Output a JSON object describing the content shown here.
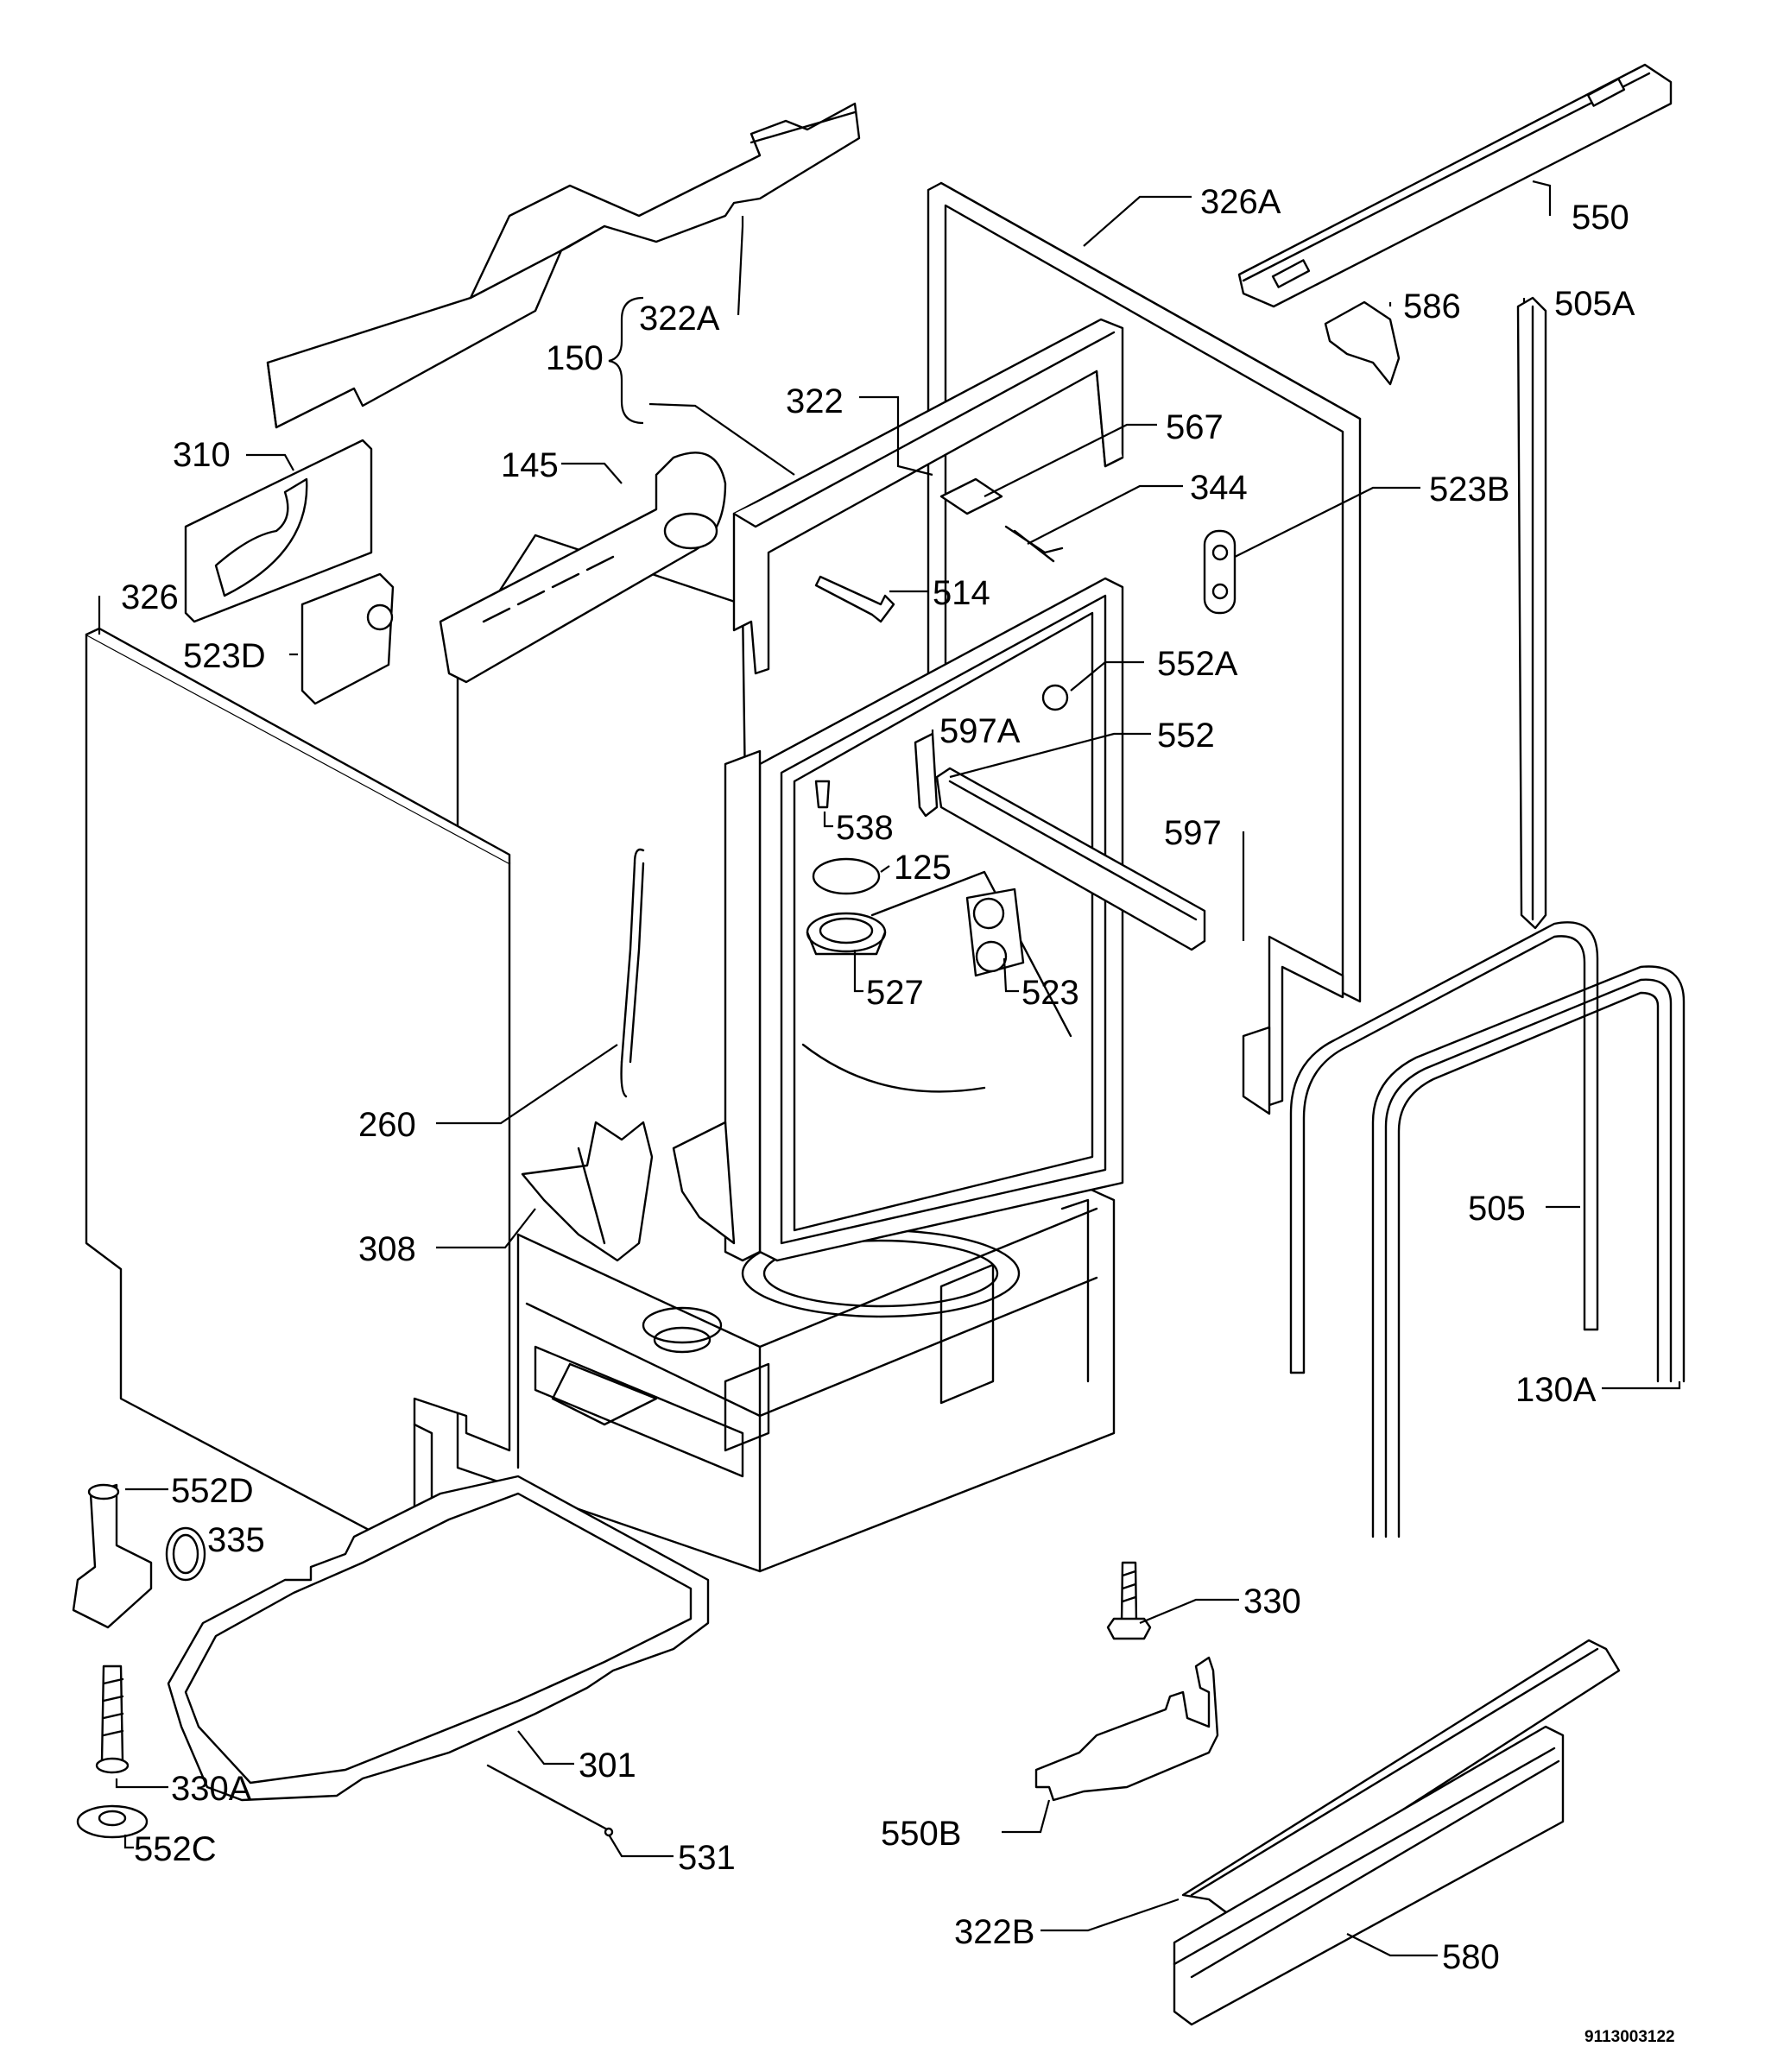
{
  "labels": {
    "l_322A": "322A",
    "l_150": "150",
    "l_322": "322",
    "l_326A": "326A",
    "l_550": "550",
    "l_586": "586",
    "l_505A": "505A",
    "l_567": "567",
    "l_310": "310",
    "l_145": "145",
    "l_344": "344",
    "l_523B": "523B",
    "l_326": "326",
    "l_514": "514",
    "l_523D": "523D",
    "l_552A": "552A",
    "l_597A": "597A",
    "l_552": "552",
    "l_538": "538",
    "l_125": "125",
    "l_597": "597",
    "l_527": "527",
    "l_523": "523",
    "l_260": "260",
    "l_505": "505",
    "l_308": "308",
    "l_130A": "130A",
    "l_552D": "552D",
    "l_335": "335",
    "l_330": "330",
    "l_301": "301",
    "l_330A": "330A",
    "l_550B": "550B",
    "l_531": "531",
    "l_552C": "552C",
    "l_322B": "322B",
    "l_580": "580"
  },
  "drawing_code": "9113003122"
}
